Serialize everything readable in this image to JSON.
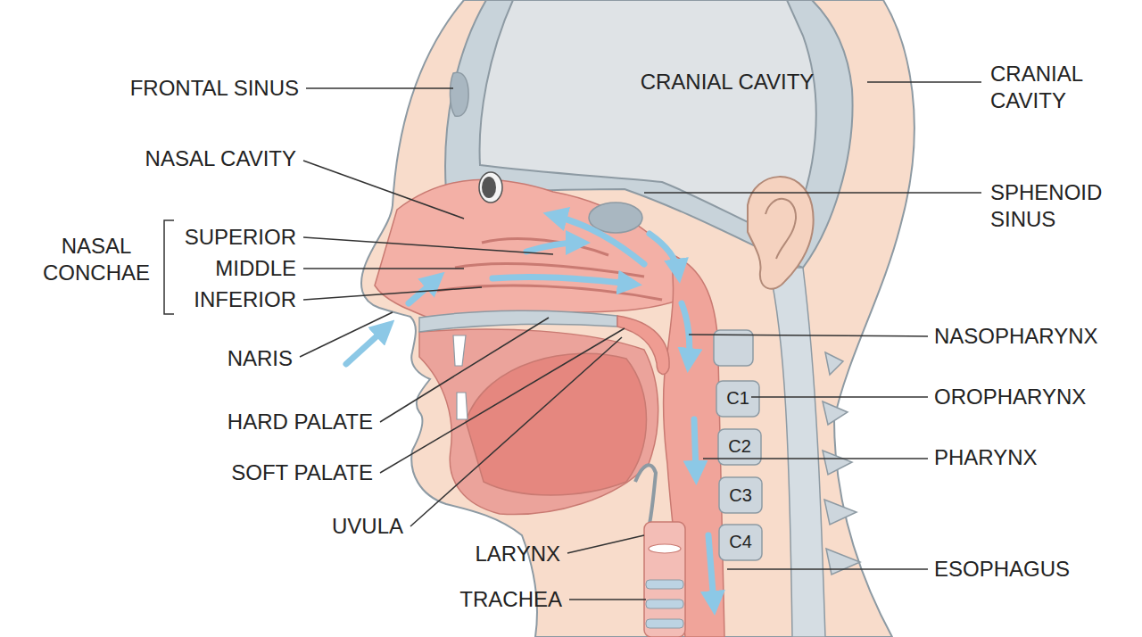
{
  "diagram": {
    "labels": [
      "FRONTAL SINUS",
      "CRANIAL CAVITY",
      "CRANIAL CAVITY",
      "NASAL CAVITY",
      "SPHENOID SINUS",
      "NASAL CONCHAE",
      "SUPERIOR",
      "MIDDLE",
      "INFERIOR",
      "NARIS",
      "NASOPHARYNX",
      "C1",
      "OROPHARYNX",
      "C2",
      "PHARYNX",
      "HARD PALATE",
      "SOFT PALATE",
      "C3",
      "UVULA",
      "LARYNX",
      "C4",
      "ESOPHAGUS",
      "TRACHEA"
    ]
  }
}
